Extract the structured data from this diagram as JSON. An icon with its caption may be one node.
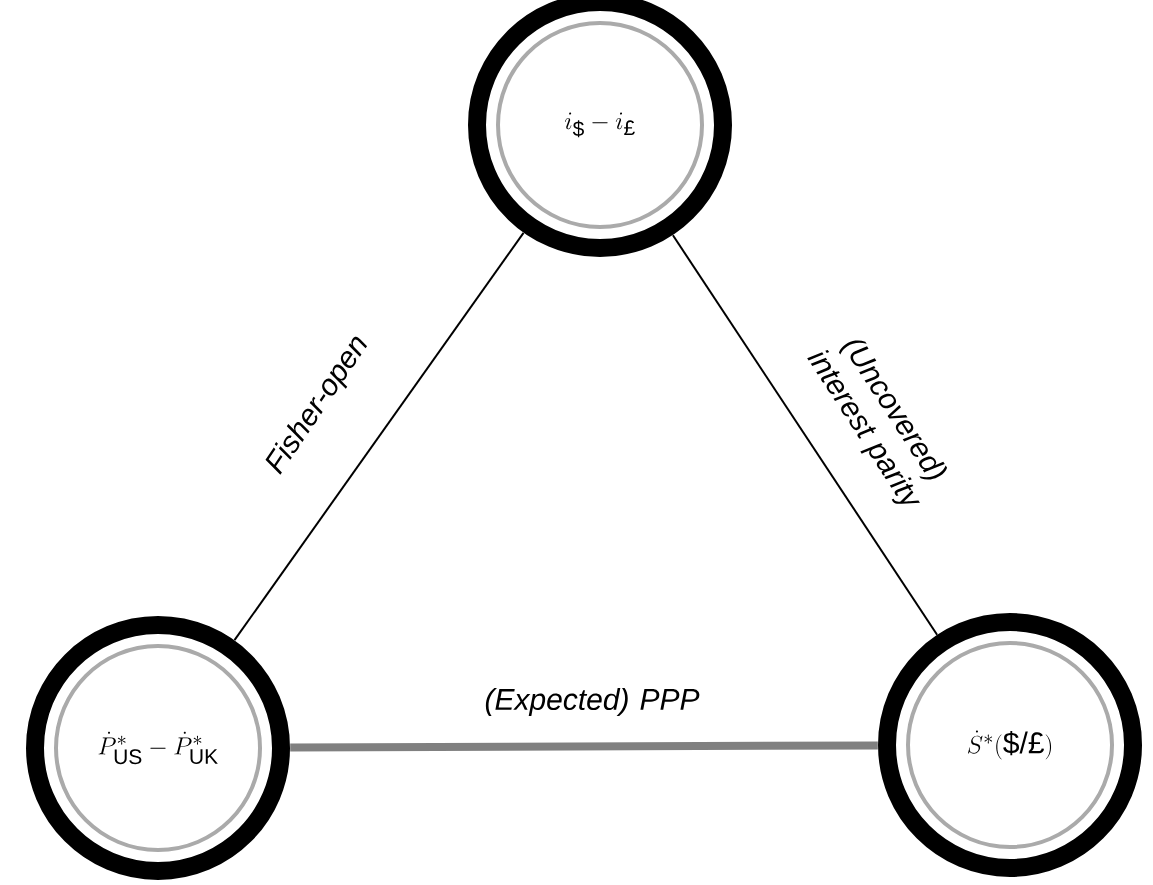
{
  "diagram": {
    "nodes": [
      {
        "text": [
          "i_{\\text{\\$}} - i_{\\text{£}}"
        ]
      },
      {
        "text": [
          "\\dot{P}^{*}_{\\mathrm{US}} - \\dot{P}^{*}_{\\mathrm{UK}}"
        ]
      },
      {
        "text": [
          "\\dot{S}^{*}(\\text{\\$/£})"
        ]
      }
    ],
    "edges": [
      {
        "from": 1,
        "to": 0,
        "arrow": "none",
        "label": "Fisher-open"
      },
      {
        "from": 0,
        "to": 2,
        "arrow": "none",
        "label": "(Uncovered) interest parity"
      },
      {
        "from": 1,
        "to": 2,
        "arrow": "none",
        "label": "(Expected) PPP",
        "style": "thick",
        "color": "#808080"
      }
    ]
  }
}
